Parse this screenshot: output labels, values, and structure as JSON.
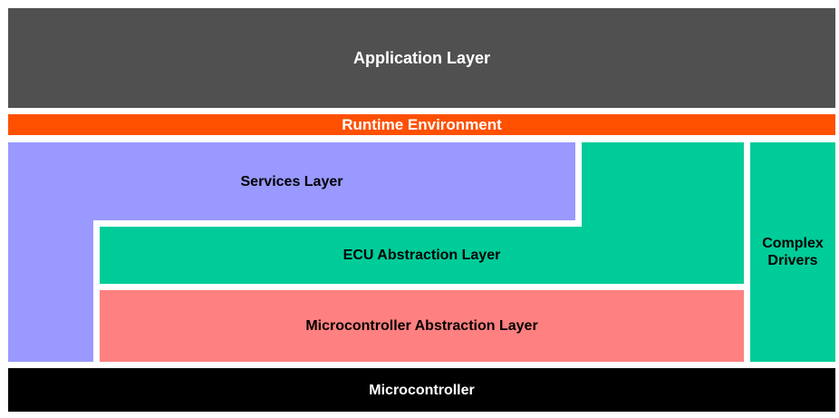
{
  "diagram": {
    "application_layer": {
      "label": "Application Layer",
      "color": "#505050",
      "text_color": "#ffffff"
    },
    "runtime_environment": {
      "label": "Runtime Environment",
      "color": "#ff5000",
      "text_color": "#ffffff"
    },
    "services_layer": {
      "label": "Services Layer",
      "color": "#9999ff",
      "text_color": "#000000"
    },
    "ecu_abstraction_layer": {
      "label": "ECU Abstraction Layer",
      "color": "#00cc99",
      "text_color": "#000000"
    },
    "microcontroller_abstraction_layer": {
      "label": "Microcontroller Abstraction Layer",
      "color": "#ff8080",
      "text_color": "#000000"
    },
    "complex_drivers": {
      "label_line1": "Complex",
      "label_line2": "Drivers",
      "color": "#00cc99",
      "text_color": "#000000"
    },
    "microcontroller": {
      "label": "Microcontroller",
      "color": "#000000",
      "text_color": "#ffffff"
    }
  }
}
